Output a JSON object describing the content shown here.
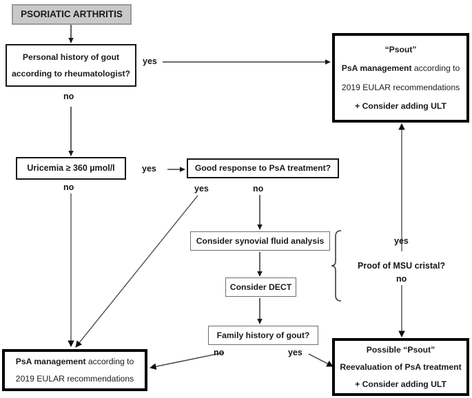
{
  "diagram": {
    "title": "Psoriatic arthritis and gout (Psout) decision algorithm",
    "colors": {
      "start_fill": "#c9c9c9",
      "start_border": "#9a9a9a",
      "thin_border": "#6e6e6e",
      "medium_border": "#161616",
      "heavy_border": "#000000",
      "text": "#1a1a1a",
      "wire": "#3a3a3a"
    },
    "nodes": {
      "start": {
        "label": "PSORIATIC ARTHRITIS",
        "lines": [
          {
            "text": "PSORIATIC ARTHRITIS",
            "weight": "bold"
          }
        ]
      },
      "personal_history": {
        "label": "Personal history of gout according to rheumatologist?",
        "lines": [
          {
            "text": "Personal history of gout",
            "weight": "bold"
          },
          {
            "text": "according to rheumatologist?",
            "weight": "bold"
          }
        ]
      },
      "uricemia": {
        "label": "Uricemia ≥ 360 µmol/l",
        "lines": [
          {
            "text": "Uricemia ≥ 360 µmol/l",
            "weight": "bold"
          }
        ]
      },
      "good_response": {
        "label": "Good response to PsA treatment?",
        "lines": [
          {
            "text": "Good response to PsA treatment?",
            "weight": "bold"
          }
        ]
      },
      "synovial": {
        "label": "Consider synovial fluid analysis",
        "lines": [
          {
            "text": "Consider synovial fluid analysis",
            "weight": "bold"
          }
        ]
      },
      "dect": {
        "label": "Consider DECT",
        "lines": [
          {
            "text": "Consider DECT",
            "weight": "bold"
          }
        ]
      },
      "family_history": {
        "label": "Family history of gout?",
        "lines": [
          {
            "text": "Family history of gout?",
            "weight": "bold"
          }
        ]
      },
      "psout": {
        "label": "“Psout” PsA management according to 2019 EULAR recommendations + Consider adding ULT",
        "lines": [
          {
            "text": "“Psout”",
            "weight": "bold"
          },
          {
            "text": "PsA management according to",
            "weight": "mixed"
          },
          {
            "text": "2019  EULAR recommendations",
            "weight": "regular"
          },
          {
            "text": "+ Consider adding ULT",
            "weight": "bold"
          }
        ],
        "line2_bold": "PsA management",
        "line2_rest": " according to"
      },
      "psa_management": {
        "label": "PsA management according to 2019 EULAR recommendations",
        "lines": [
          {
            "text": "PsA management according to",
            "weight": "mixed"
          },
          {
            "text": "2019  EULAR recommendations",
            "weight": "regular"
          }
        ],
        "line1_bold": "PsA management",
        "line1_rest": " according to"
      },
      "possible_psout": {
        "label": "Possible “Psout” Reevaluation of PsA treatment + Consider adding ULT",
        "lines": [
          {
            "text": "Possible “Psout”",
            "weight": "bold"
          },
          {
            "text": "Reevaluation of PsA treatment",
            "weight": "bold"
          },
          {
            "text": "+ Consider adding ULT",
            "weight": "bold"
          }
        ]
      }
    },
    "free_text": {
      "proof_msu": "Proof of MSU cristal?"
    },
    "edge_labels": {
      "ph_yes": "yes",
      "ph_no": "no",
      "uri_yes": "yes",
      "uri_no": "no",
      "gr_yes": "yes",
      "gr_no": "no",
      "msu_yes": "yes",
      "msu_no": "no",
      "fh_no": "no",
      "fh_yes": "yes"
    }
  }
}
